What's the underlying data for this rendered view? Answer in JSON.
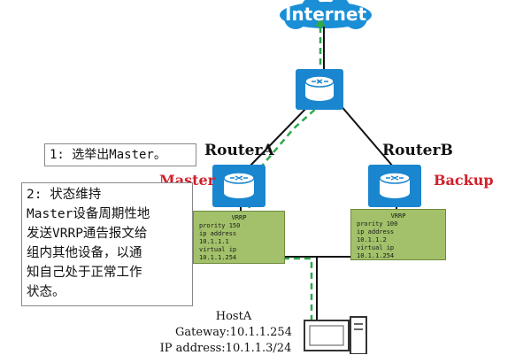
{
  "internet": {
    "label": "Internet"
  },
  "routers": {
    "a": {
      "name": "RouterA",
      "role": "Master"
    },
    "b": {
      "name": "RouterB",
      "role": "Backup"
    }
  },
  "notes": {
    "note1": "1: 选举出Master。",
    "note2": "2: 状态维持\nMaster设备周期性地\n发送VRRP通告报文给\n组内其他设备，以通\n知自己处于正常工作\n状态。"
  },
  "vrrp_a": {
    "title": "VRRP",
    "priority": "prority 150",
    "ip_label": "ip address",
    "ip": "10.1.1.1",
    "vip_label": "virtual ip",
    "vip": "10.1.1.254"
  },
  "vrrp_b": {
    "title": "VRRP",
    "priority": "prority 100",
    "ip_label": "ip address",
    "ip": "10.1.1.2",
    "vip_label": "virtual ip",
    "vip": "10.1.1.254"
  },
  "host": {
    "name": "HostA",
    "gateway": "Gateway:10.1.1.254",
    "ip": "IP address:10.1.1.3/24"
  },
  "colors": {
    "cloud": "#1a8fd6",
    "router": "#1a86cf",
    "vrrp_box": "#a2c16a",
    "path": "#2ea84a",
    "role": "#d0202a"
  },
  "icons": [
    "cloud-icon",
    "router-icon",
    "host-computer-icon"
  ]
}
